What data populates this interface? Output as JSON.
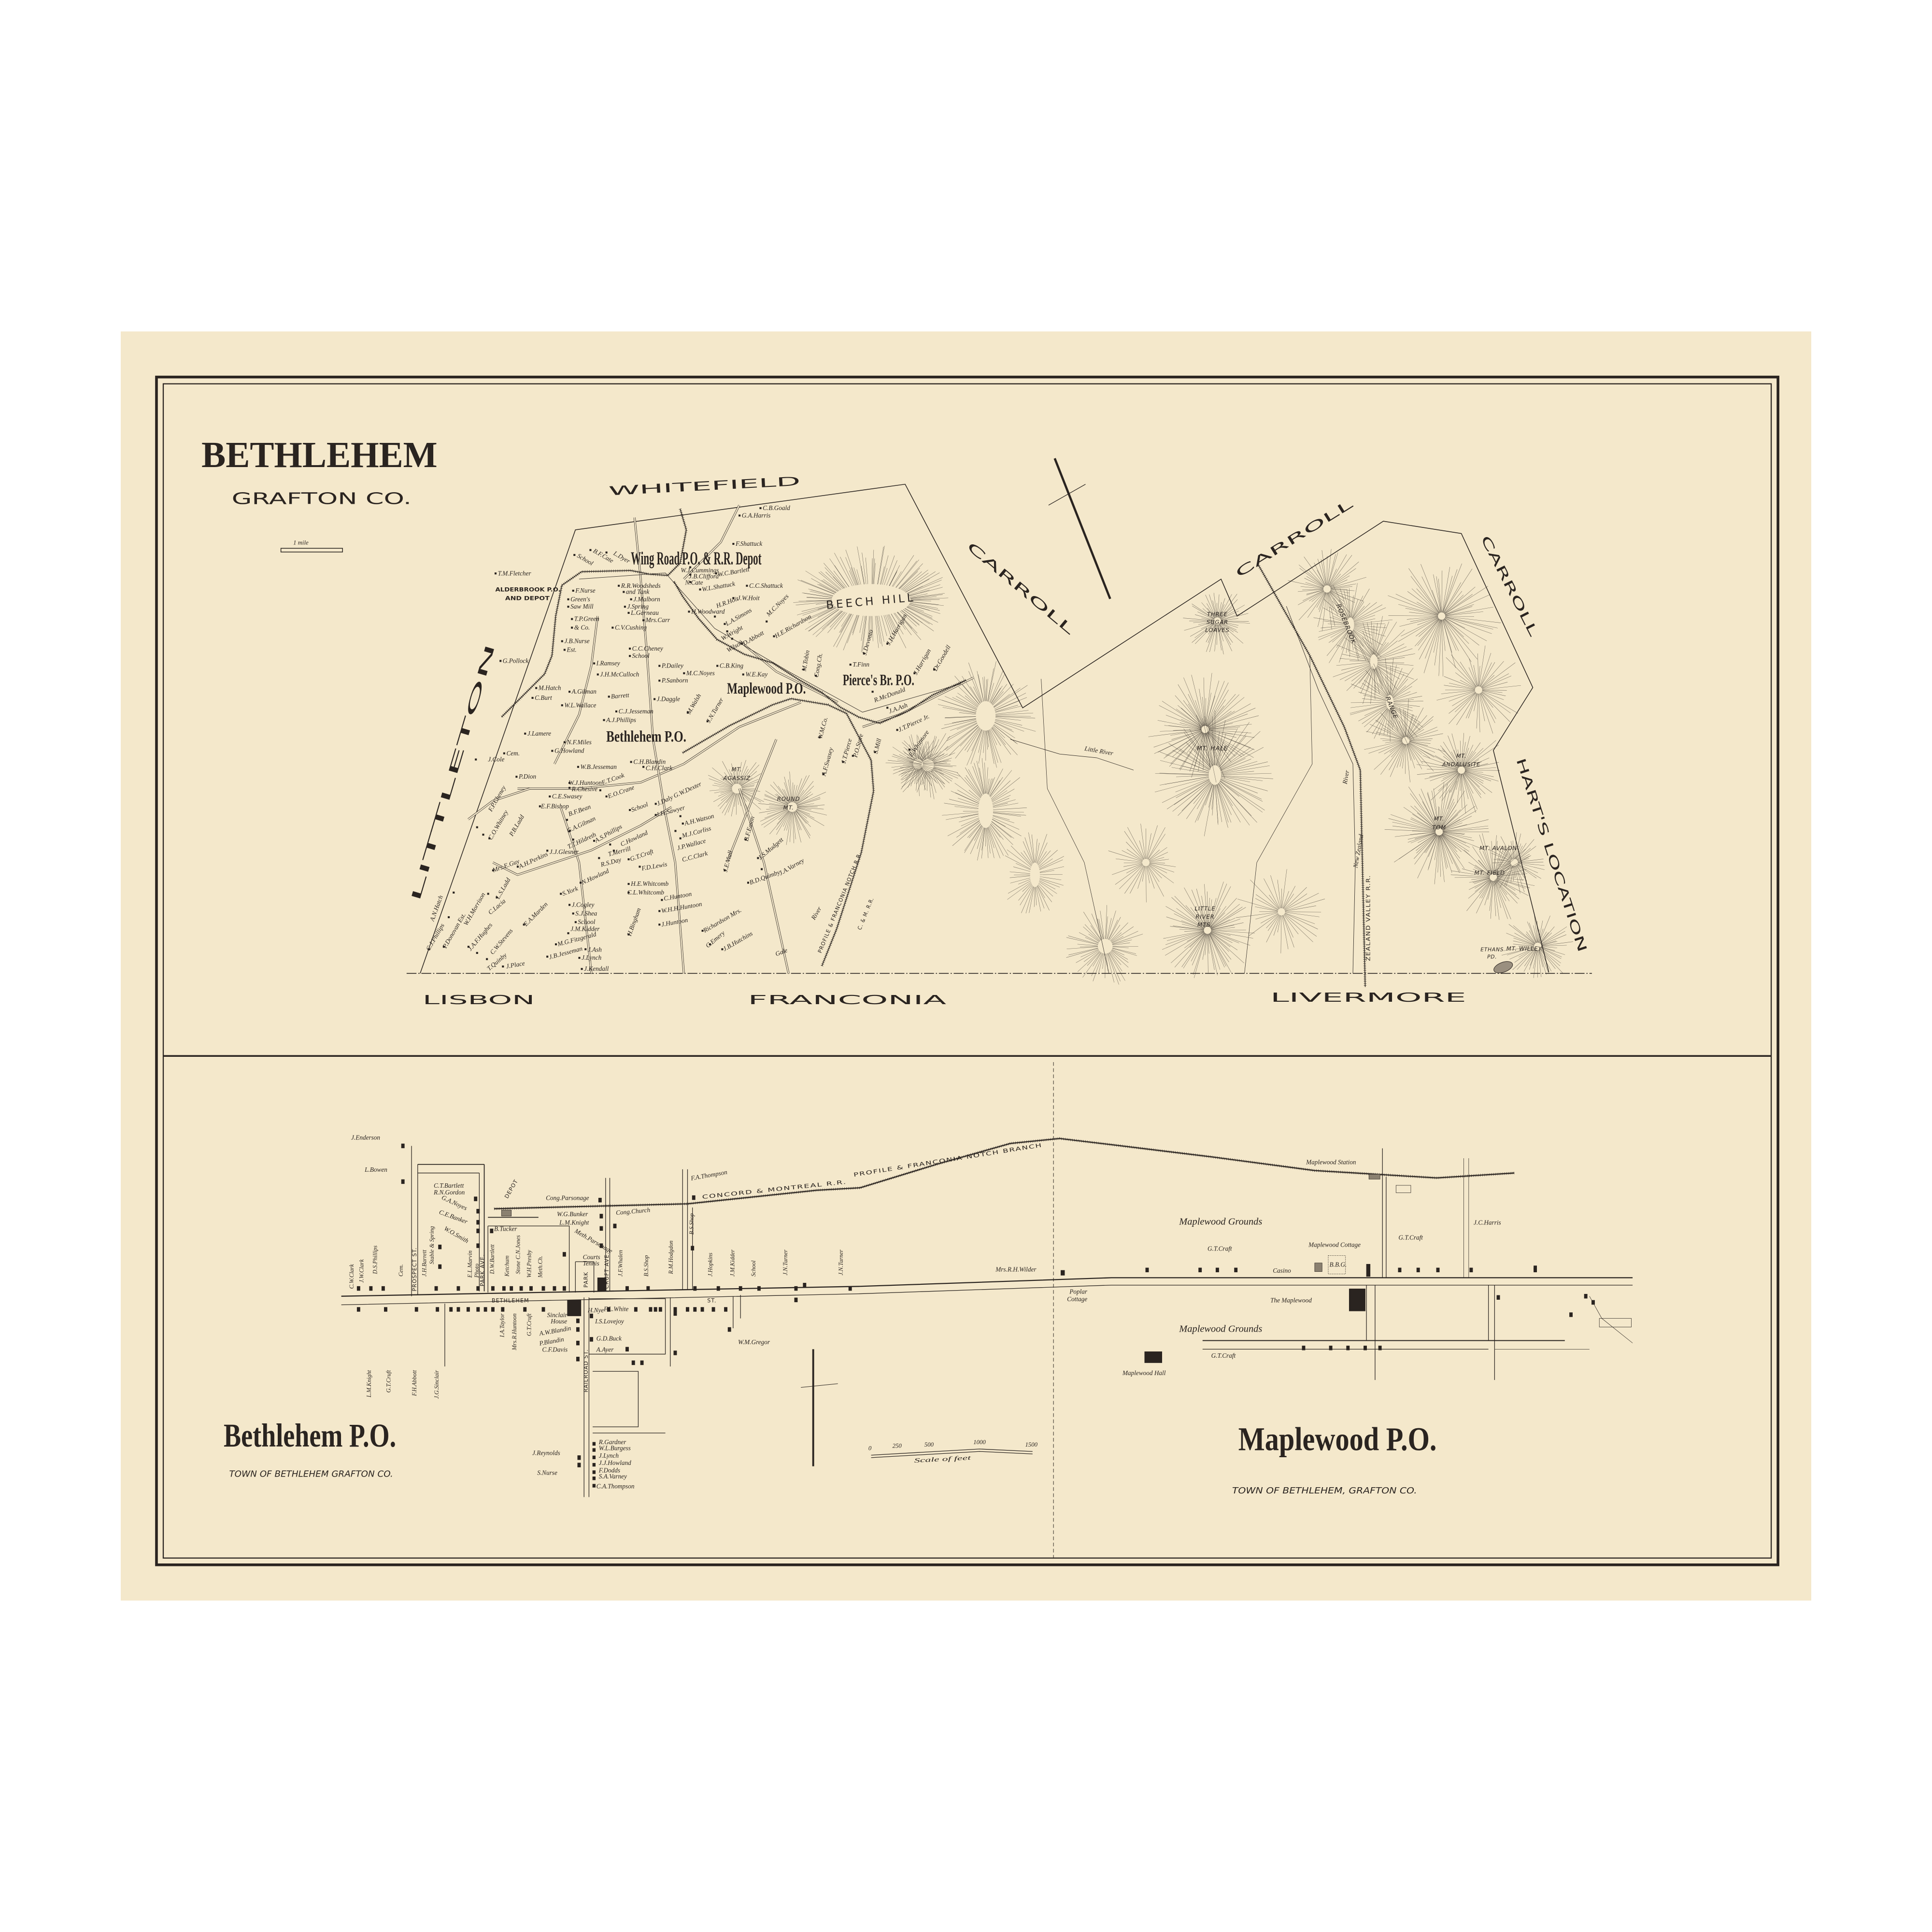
{
  "colors": {
    "page": "#ffffff",
    "paper": "#f4e8cb",
    "ink": "#2a2420"
  },
  "township_map": {
    "title": "BETHLEHEM",
    "county": "GRAFTON CO.",
    "scale_label": "1 mile",
    "adjoining_towns": [
      "WHITEFIELD",
      "CARROLL",
      "CARROLL",
      "CARROLL",
      "HART'S LOCATION",
      "LIVERMORE",
      "FRANCONIA",
      "LISBON",
      "LITTLETON"
    ],
    "post_offices": [
      "Wing Road P.O. & R.R. Depot",
      "Maplewood P.O.",
      "Pierce's Br. P.O.",
      "Bethlehem P.O.",
      "ALDERBROOK P.O.",
      "AND DEPOT"
    ],
    "mountains": [
      {
        "lines": [
          "BEECH HILL"
        ]
      },
      {
        "lines": [
          "MT.",
          "AGASSIZ"
        ]
      },
      {
        "lines": [
          "ROUND",
          "MT."
        ]
      },
      {
        "lines": [
          "THREE",
          "SUGAR",
          "LOAVES"
        ]
      },
      {
        "lines": [
          "MT. HALE"
        ]
      },
      {
        "lines": [
          "LITTLE",
          "RIVER",
          "MTS."
        ]
      },
      {
        "lines": [
          "ROSEBROOK"
        ]
      },
      {
        "lines": [
          "RANGE"
        ]
      },
      {
        "lines": [
          "MT.",
          "ANDALUSITE"
        ]
      },
      {
        "lines": [
          "MT.",
          "TOM"
        ]
      },
      {
        "lines": [
          "MT. AVALON"
        ]
      },
      {
        "lines": [
          "MT. FIELD"
        ]
      },
      {
        "lines": [
          "MT. WILLEY"
        ]
      },
      {
        "lines": [
          "ETHANS",
          "PD."
        ]
      }
    ],
    "waterways": [
      "Little River",
      "River",
      "New Zealand",
      "Gale",
      "River"
    ],
    "railroads": [
      "ZEALAND VALLEY R.R.",
      "PROFILE & FRANCONIA NOTCH R.R.",
      "C. & M. R.R."
    ],
    "residents": [
      "T.M.Fletcher",
      "G.Pollock",
      "M.Hatch",
      "C.Burt",
      "C.B.Goald",
      "G.A.Harris",
      "F.Shattuck",
      "B.F.Cate",
      "L.Dyer",
      "School",
      "W.J.Cummings",
      "J.B.Clifford",
      "N.Cate",
      "W.C.Bartlett",
      "W.L.Shattuck",
      "C.C.Shattuck",
      "J.W.Hoit",
      "R.R.Woodsheds",
      "and Tank",
      "J.Malborn",
      "J.Spring",
      "L.Garneau",
      "Mrs.Carr",
      "C.V.Cushing",
      "H.Woodward",
      "F.Nurse",
      "Green's",
      "Saw Mill",
      "T.P.Green",
      "& Co.",
      "J.B.Nurse",
      "Est.",
      "H.R.Hoit",
      "L.A.Simons",
      "W.Wright",
      "Wilson",
      "D.Abbott",
      "M.C.Noyes",
      "H.E.Richardson",
      "C.C.Cheney",
      "School",
      "I.Ramsey",
      "J.H.McCulloch",
      "P.Dailey",
      "C.B.King",
      "W.E.Kay",
      "M.C.Noyes",
      "P.Sanborn",
      "A.Gilman",
      "Barrett",
      "W.L.Wallace",
      "J.Daggle",
      "C.J.Jesseman",
      "A.J.Phillips",
      "M.Walsh",
      "J.N.Turner",
      "J.Lamere",
      "N.F.Miles",
      "G.Howland",
      "J.Cole",
      "Cem.",
      "P.Dion",
      "W.B.Jesseman",
      "C.H.Blandin",
      "C.H.Clark",
      "W.J.Huntoon",
      "R.Chesive",
      "E.T.Cook",
      "E.O.Crane",
      "C.E.Swasey",
      "E.F.Bishop",
      "J.Daly G.W.Dexter",
      "School",
      "J.H.Sawyer",
      "M.J.Corliss",
      "A.H.Watson",
      "J.P.Wallace",
      "C.C.Clark",
      "B.F.Bean",
      "G.A.Gilman",
      "T.T.Hildreth",
      "A.S.Phillips",
      "C.Howland",
      "T.Merrill",
      "R.S.Day",
      "J.J.Glesner",
      "G.T.Craft",
      "F.D.Lewis",
      "A.H.Perkins",
      "Mrs.E.Guy",
      "N.Howland",
      "S.York",
      "H.E.Whitcomb",
      "C.L.Whitcomb",
      "C.Huntoon",
      "W.H.H.Huntoon",
      "J.Huntoon",
      "E.A.Marden",
      "J.Cogley",
      "S.J.Shea",
      "School",
      "J.M.Kidder",
      "M.G.Fitzgerald",
      "J.Ash",
      "J.B.Jesseman",
      "J.Lynch",
      "J.Kendall",
      "J.Place",
      "H.Bingham",
      "J.E.Viall",
      "B.F.Eaton",
      "J.S.Mudgett",
      "J.A.Varney",
      "B.D.Quimby",
      "Richardson Mrs.",
      "C.Emery",
      "J.B.Hutchins",
      "A.F.Swasey",
      "W.M.Co.",
      "J.T.Pierce Jr.",
      "E.Whitmore",
      "J.Harrigan",
      "Dr.Goodell",
      "T.Finn",
      "R.McDonald",
      "J.A.Ash",
      "M.Tobin",
      "Cong.Ch.",
      "P.O.Store",
      "S.Mill",
      "J.T.Pierce",
      "J.Devonto",
      "J.H.Harrigan",
      "F.P.Cheney",
      "P.B.Ladd",
      "C.O.Whitney",
      "A.N.Hatch",
      "W.H.Morrison",
      "C.Lacia",
      "L.S.Ladd",
      "C.J.Phillips",
      "P.Donovan Est.",
      "J.A.F.Hughes",
      "C.W.Stevens",
      "T.Quinby"
    ]
  },
  "bethlehem_village": {
    "title": "Bethlehem P.O.",
    "subtitle": "TOWN OF BETHLEHEM GRAFTON CO.",
    "streets": [
      "BETHLEHEM",
      "ST.",
      "PROSPECT ST.",
      "PARK AVE.",
      "DEPOT",
      "CRUFT AVE.",
      "PARK",
      "RAILROAD ST."
    ],
    "railroad": [
      "CONCORD & MONTREAL R.R.",
      "PROFILE & FRANCONIA NOTCH BRANCH"
    ],
    "labels": [
      "J.Enderson",
      "L.Bowen",
      "C.T.Bartlett",
      "R.N.Gordon",
      "C.E.Banker",
      "G.A.Noyes",
      "W.O.Smith",
      "Cong.Parsonage",
      "F.A.Thompson",
      "W.G.Bunker",
      "L.M.Knight",
      "Cong.Church",
      "B.Tucker",
      "Meth.Parsonage",
      "Tennis",
      "Courts",
      "Sinclair",
      "House",
      "A.W.Blandin",
      "P.Blandin",
      "C.F.Davis",
      "H.Nye",
      "F.L.White",
      "I.S.Lovejoy",
      "G.D.Buck",
      "A.Ayer",
      "W.M.Gregor",
      "C.W.Clark",
      "J.W.Clark",
      "D.S.Phillips",
      "Cem.",
      "J.H.Barrett",
      "Stable & Spring",
      "E.L.Marvin",
      "Photo",
      "D.W.Bartlett",
      "Ketchum",
      "Stone C.N.Jones",
      "W.H.Presby",
      "Meth.Ch.",
      "J.F.Whalen",
      "B.S.Shop",
      "R.M.Hodgdon",
      "B.S.Shop",
      "J.Hopkins",
      "J.M.Kidder",
      "School",
      "J.N.Turner",
      "J.N.Turner",
      "L.M.Knight",
      "G.T.Cruft",
      "F.H.Abbott",
      "J.G.Sinclair",
      "I.A.Taylor",
      "Mrs.R.Huntoon",
      "G.T.Cruft",
      "J.Reynolds",
      "S.Nurse",
      "R.Gardner",
      "W.L.Burgess",
      "J.Lynch",
      "J.J.Howland",
      "F.Dodds",
      "S.A.Varney",
      "C.A.Thompson"
    ]
  },
  "maplewood_village": {
    "title": "Maplewood P.O.",
    "subtitle": "TOWN OF BETHLEHEM, GRAFTON CO.",
    "labels": [
      "Maplewood Station",
      "Maplewood Grounds",
      "G.T.Craft",
      "Maplewood Cottage",
      "Casino",
      "B.B.G.",
      "G.T.Craft",
      "J.C.Harris",
      "The Maplewood",
      "Maplewood Grounds",
      "G.T.Craft",
      "Maplewood Hall",
      "Mrs.R.H.Wilder",
      "Poplar",
      "Cottage"
    ]
  },
  "scale_of_feet": {
    "label": "Scale of feet",
    "ticks": [
      "0",
      "250",
      "500",
      "1000",
      "1500"
    ]
  }
}
